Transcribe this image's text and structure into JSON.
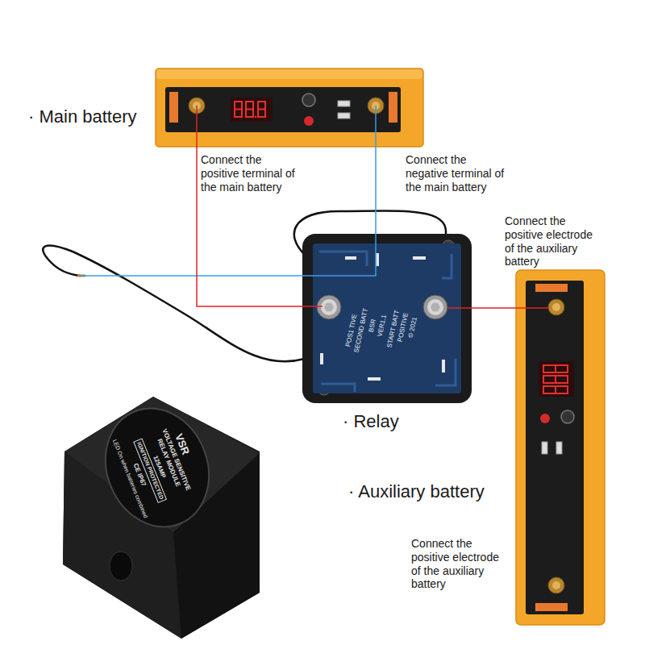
{
  "diagram": {
    "nodes": [
      {
        "text": [
          "· Main battery"
        ]
      },
      {
        "text": [
          "· Relay"
        ]
      },
      {
        "text": [
          "· Auxiliary battery"
        ]
      },
      {
        "text": [
          "IGNITION PROTECTED"
        ]
      }
    ],
    "edges": [
      {
        "from": 0,
        "to": 1,
        "arrow": "none",
        "label": "Connect the positive terminal of the main battery"
      },
      {
        "from": 0,
        "to": 1,
        "arrow": "none",
        "label": "Connect the negative terminal of the main battery"
      },
      {
        "from": 1,
        "to": 2,
        "arrow": "none"
      }
    ],
    "labels": [
      "Connect the positive electrode of the auxiliary battery",
      "Connect the positive electrode of the auxiliary battery",
      "POS1 TIVE",
      "SECOND BATT",
      "BSR",
      "VER1.1",
      "START BATT",
      "POSITIVE",
      "© 2021",
      "VSR",
      "VOLTAGE SENSITIVE RELAY MODULE",
      "125AMP",
      "CE IP67",
      "LED On when batteries combined"
    ]
  }
}
